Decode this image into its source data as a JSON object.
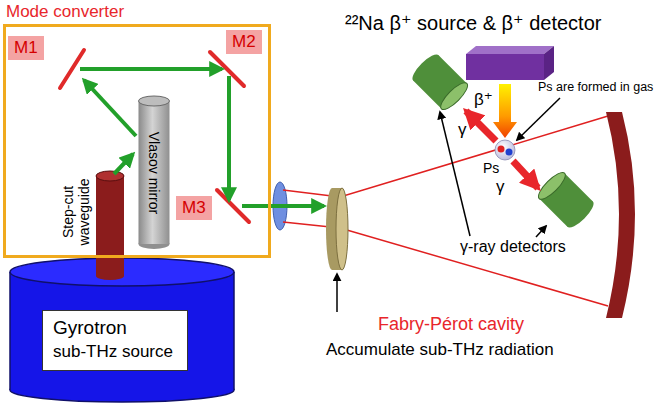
{
  "diagram": {
    "nodes": [
      {
        "text": [
          "Mode converter"
        ]
      },
      {
        "text": [
          "M1"
        ],
        "in": 0
      },
      {
        "text": [
          "M2"
        ],
        "in": 0
      },
      {
        "text": [
          "Vlasov mirror"
        ],
        "in": 0
      },
      {
        "text": [
          "M3"
        ],
        "in": 0
      },
      {
        "text": [
          "Gyrotron",
          "sub-THz source"
        ]
      }
    ],
    "labels": [
      "Step-cut waveguide",
      "²²Na β⁺ source & β⁺ detector",
      "β⁺",
      "Ps are formed in gas",
      "γ",
      "Ps",
      "γ",
      "γ-ray detectors",
      "Fabry-Pérot cavity",
      "Accumulate sub-THz radiation"
    ]
  }
}
